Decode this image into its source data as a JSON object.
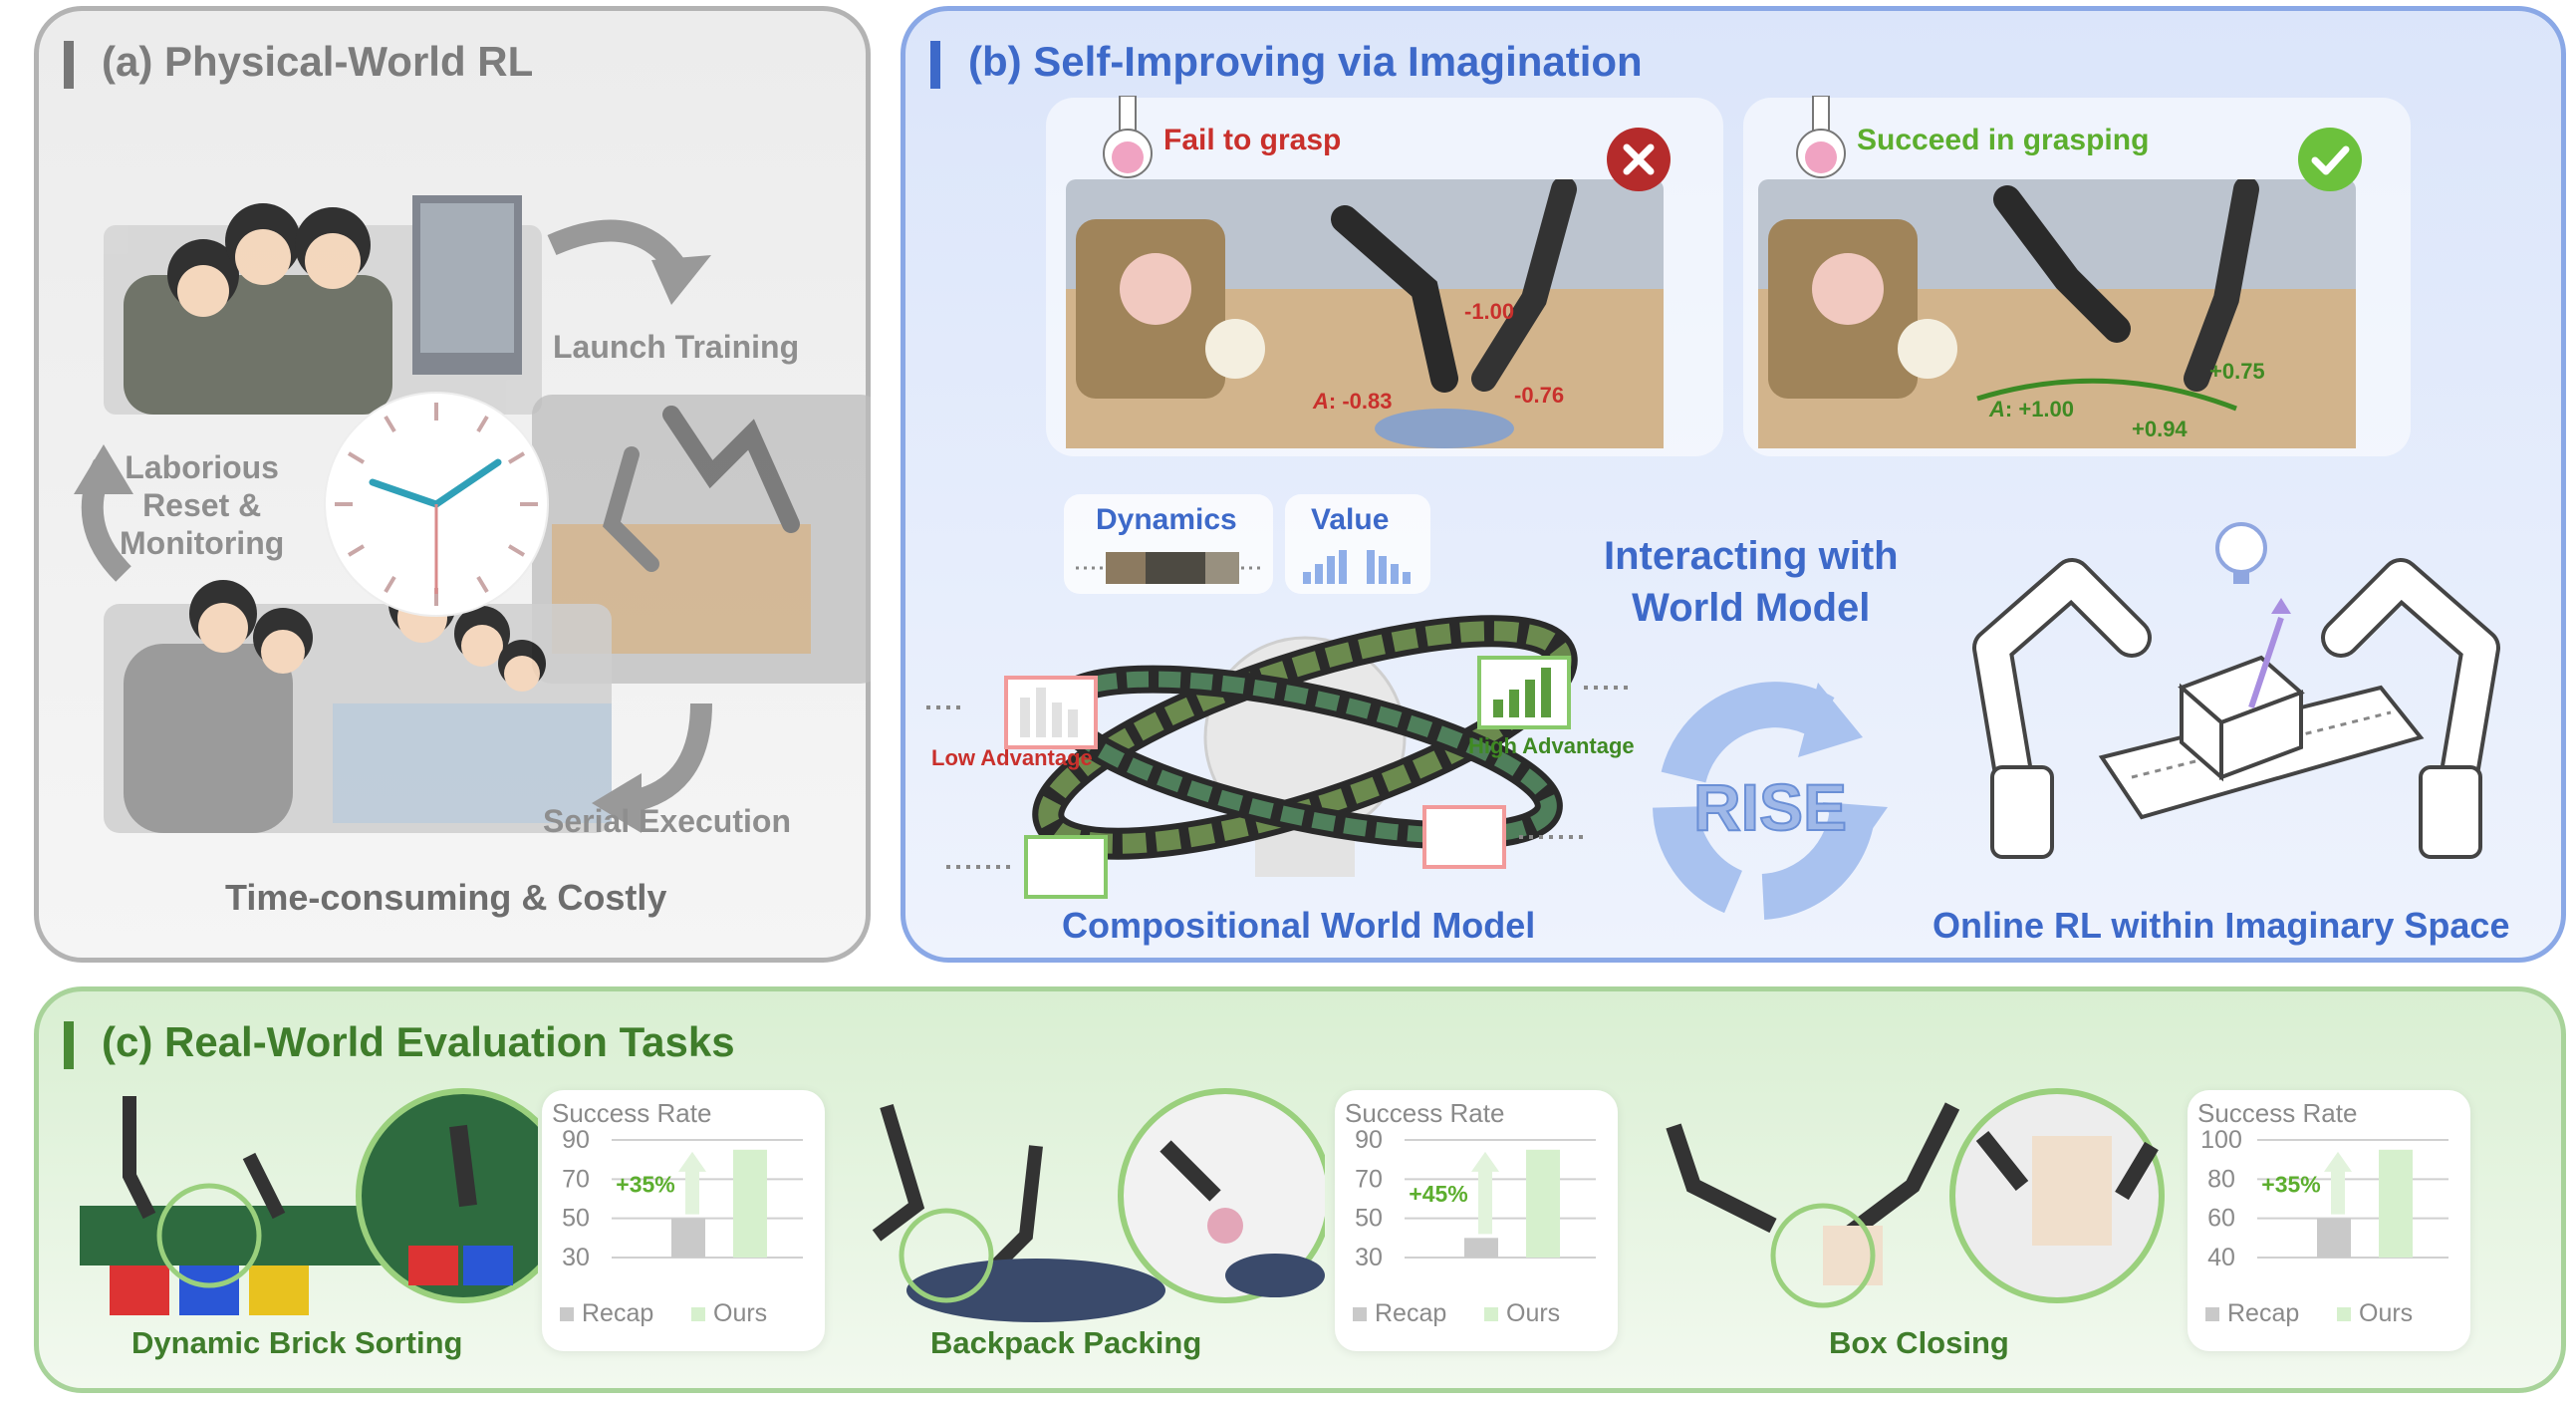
{
  "panel_a": {
    "title": "(a) Physical-World RL",
    "launch_training": "Launch Training",
    "laborious_reset": "Laborious\nReset &\nMonitoring",
    "serial_execution": "Serial Execution",
    "bottom_caption": "Time-consuming & Costly"
  },
  "panel_b": {
    "title": "(b) Self-Improving via Imagination",
    "fail_label": "Fail to grasp",
    "success_label": "Succeed in grasping",
    "fail_adv": {
      "prefix": "A",
      "v1": "-0.83",
      "v2": "-1.00",
      "v3": "-0.76"
    },
    "success_adv": {
      "prefix": "A",
      "v1": "+1.00",
      "v2": "+0.75",
      "v3": "+0.94"
    },
    "dynamics": "Dynamics",
    "value": "Value",
    "low_adv": "Low Advantage",
    "high_adv": "High Advantage",
    "compositional": "Compositional World Model",
    "interacting": "Interacting with\nWorld Model",
    "rise": "RISE",
    "online_rl": "Online RL within Imaginary Space",
    "colors": {
      "fail": "#c9302c",
      "success": "#5cb82e",
      "accent": "#3d69c9"
    }
  },
  "panel_c": {
    "title": "(c) Real-World Evaluation Tasks",
    "tasks": [
      {
        "name": "Dynamic Brick Sorting"
      },
      {
        "name": "Backpack Packing"
      },
      {
        "name": "Box Closing"
      }
    ]
  },
  "chart_data": [
    {
      "type": "bar",
      "title": "Success Rate",
      "categories": [
        "Recap",
        "Ours"
      ],
      "ticks": [
        30,
        50,
        70,
        90
      ],
      "ylim": [
        30,
        90
      ],
      "gain_label": "+35%",
      "legend": [
        "Recap",
        "Ours"
      ],
      "colors": [
        "#c9c9c9",
        "#d6f0cd"
      ],
      "values": [
        50,
        85
      ]
    },
    {
      "type": "bar",
      "title": "Success Rate",
      "categories": [
        "Recap",
        "Ours"
      ],
      "ticks": [
        30,
        50,
        70,
        90
      ],
      "ylim": [
        30,
        90
      ],
      "gain_label": "+45%",
      "legend": [
        "Recap",
        "Ours"
      ],
      "colors": [
        "#c9c9c9",
        "#d6f0cd"
      ],
      "values": [
        40,
        85
      ]
    },
    {
      "type": "bar",
      "title": "Success Rate",
      "categories": [
        "Recap",
        "Ours"
      ],
      "ticks": [
        40,
        60,
        80,
        100
      ],
      "ylim": [
        40,
        100
      ],
      "gain_label": "+35%",
      "legend": [
        "Recap",
        "Ours"
      ],
      "colors": [
        "#c9c9c9",
        "#d6f0cd"
      ],
      "values": [
        60,
        95
      ]
    }
  ]
}
